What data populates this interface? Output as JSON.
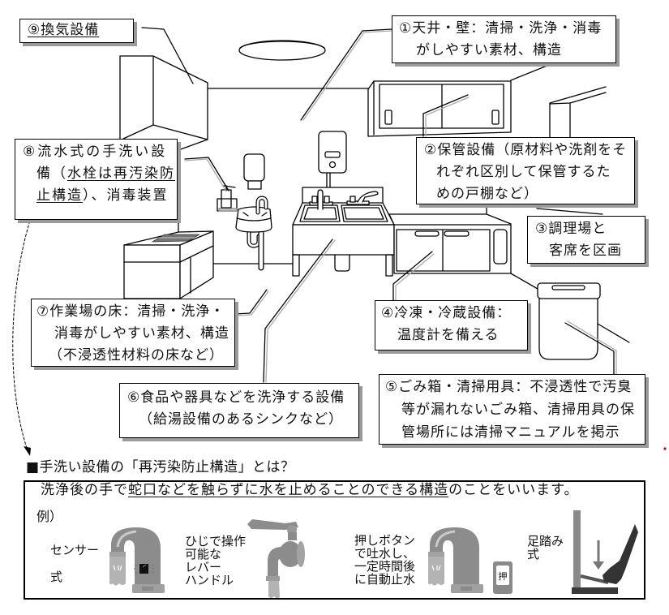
{
  "callouts": {
    "c1": {
      "topic": "ceiling-and-walls",
      "lines": [
        [
          {
            "text": "①天井・壁：清掃・洗浄・消毒"
          }
        ],
        [
          {
            "text": "がしやすい素材、構造"
          }
        ]
      ]
    },
    "c2": {
      "topic": "storage",
      "lines": [
        [
          {
            "text": "②保管設備（原材料や洗剤をそ"
          }
        ],
        [
          {
            "text": "れぞれ区別して保管するた"
          }
        ],
        [
          {
            "text": "めの戸棚など）"
          }
        ]
      ]
    },
    "c3": {
      "topic": "zoning",
      "lines": [
        [
          {
            "text": "③調理場と"
          }
        ],
        [
          {
            "text": "客席を区画"
          }
        ]
      ]
    },
    "c4": {
      "topic": "refrigeration",
      "lines": [
        [
          {
            "text": "④冷凍・冷蔵設備："
          }
        ],
        [
          {
            "text": "温度計を備える"
          }
        ]
      ]
    },
    "c5": {
      "topic": "trash-and-cleaning-tools",
      "lines": [
        [
          {
            "text": "⑤ごみ箱・清掃用具：不浸透性で汚臭"
          }
        ],
        [
          {
            "text": "等が漏れないごみ箱、清掃用具の保"
          }
        ],
        [
          {
            "text": "管場所には清掃マニュアルを掲示"
          }
        ]
      ]
    },
    "c6": {
      "topic": "washing-equipment",
      "lines": [
        [
          {
            "text": "⑥食品や器具などを洗浄する設備"
          }
        ],
        [
          {
            "text": "（給湯設備のあるシンクなど）"
          }
        ]
      ]
    },
    "c7": {
      "topic": "floor",
      "lines": [
        [
          {
            "text": "⑦作業場の床：清掃・洗浄・"
          }
        ],
        [
          {
            "text": "消毒がしやすい素材、構造"
          }
        ],
        [
          {
            "text": "（不浸透性材料の床など）"
          }
        ]
      ]
    },
    "c8": {
      "topic": "hand-washing",
      "lines": [
        [
          {
            "text": "⑧流水式の手洗い設"
          }
        ],
        [
          {
            "text": "備（"
          },
          {
            "text": "水栓は再汚染防",
            "underline": true
          }
        ],
        [
          {
            "text": "止構造",
            "underline": true
          },
          {
            "text": "）、消毒装置"
          }
        ]
      ]
    },
    "c9": {
      "topic": "ventilation",
      "lines": [
        [
          {
            "text": "⑨換気設備",
            "underline": true
          }
        ]
      ]
    }
  },
  "scene_items": [
    "ceiling-light",
    "ventilation-hood",
    "storage-cabinet",
    "partition-wall",
    "water-heater",
    "double-sink",
    "hand-wash-sink",
    "soap-dispenser",
    "disinfectant-dispenser",
    "stove",
    "refrigerator",
    "trash-bin"
  ],
  "handwash_reference": {
    "heading": "■手洗い設備の「再汚染防止構造」とは？",
    "definition": [
      {
        "text": "洗浄後の手で"
      },
      {
        "text": "蛇口などを触らずに水を止めることのできる構造",
        "underline": true
      },
      {
        "text": "のことをいいます。"
      }
    ],
    "examples_label": "例）",
    "examples": [
      {
        "type": "sensor",
        "icon": "sensor-faucet",
        "label_lines": [
          "センサー",
          "式"
        ]
      },
      {
        "type": "elbow-lever",
        "icon": "lever-faucet",
        "label_lines": [
          "ひじで操作",
          "可能な",
          "レバー",
          "ハンドル"
        ]
      },
      {
        "type": "push-button",
        "icon": "push-button-faucet",
        "button_label": "押",
        "label_lines": [
          "押しボタン",
          "で吐水し、",
          "一定時間後",
          "に自動止水"
        ]
      },
      {
        "type": "foot-pedal",
        "icon": "foot-pedal",
        "label_lines": [
          "足踏み",
          "式"
        ]
      }
    ]
  },
  "colors": {
    "line": "#000000",
    "shadow": "#9a9a9a",
    "icon_gray": "#8c8c8c",
    "marker_red": "#cc0000"
  }
}
